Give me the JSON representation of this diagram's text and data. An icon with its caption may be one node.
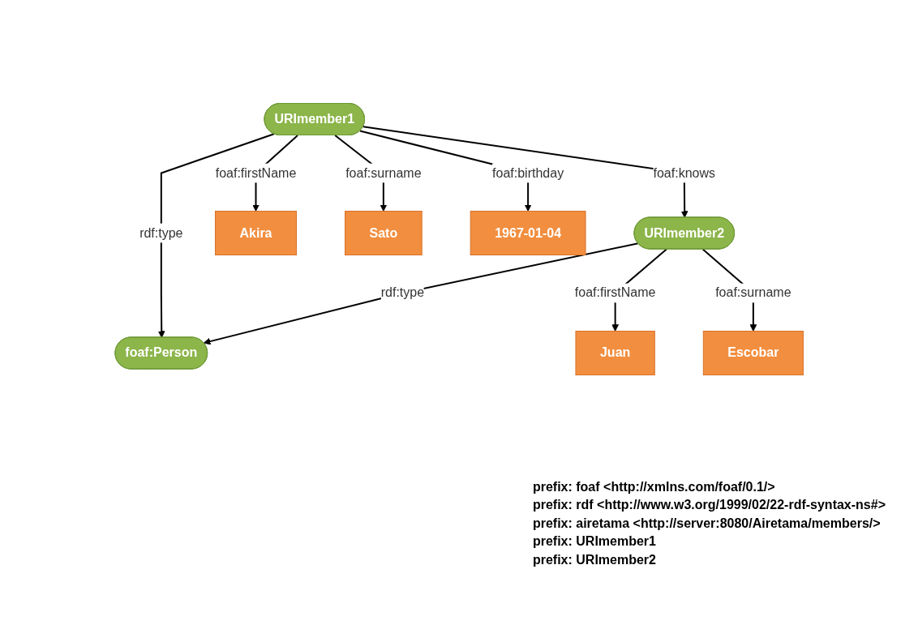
{
  "diagram": {
    "nodes": [
      {
        "text": [
          "foaf:Person"
        ]
      },
      {
        "text": [
          "URImember1"
        ]
      },
      {
        "text": [
          "URImember2"
        ]
      },
      {
        "text": [
          "Akira"
        ]
      },
      {
        "text": [
          "Sato"
        ]
      },
      {
        "text": [
          "Juan"
        ]
      },
      {
        "text": [
          "Escobar"
        ]
      },
      {
        "text": [
          "1967-01-04"
        ]
      }
    ],
    "edges": [
      {
        "from": 1,
        "to": 0,
        "arrow": "to",
        "label": "rdf:type"
      },
      {
        "from": 2,
        "to": 0,
        "arrow": "to",
        "label": "rdf:type"
      },
      {
        "from": 1,
        "to": 2,
        "arrow": "to",
        "label": "foaf:knows"
      },
      {
        "from": 1,
        "to": 3,
        "arrow": "to",
        "label": "foaf:firstName"
      },
      {
        "from": 1,
        "to": 7,
        "arrow": "to",
        "label": "foaf:birthday"
      },
      {
        "from": 1,
        "to": 4,
        "arrow": "to",
        "label": "foaf:surname"
      },
      {
        "from": 2,
        "to": 5,
        "arrow": "to",
        "label": "foaf:firstName"
      },
      {
        "from": 2,
        "to": 6,
        "arrow": "to",
        "label": "foaf:surname"
      }
    ],
    "labels": [
      "prefix: foaf <http://xmlns.com/foaf/0.1/>",
      "prefix: rdf <http://www.w3.org/1999/02/22-rdf-syntax-ns#>",
      "prefix: airetama <http://server:8080/Airetama/members/>",
      "prefix: URImember1",
      "prefix: URImember2"
    ]
  }
}
